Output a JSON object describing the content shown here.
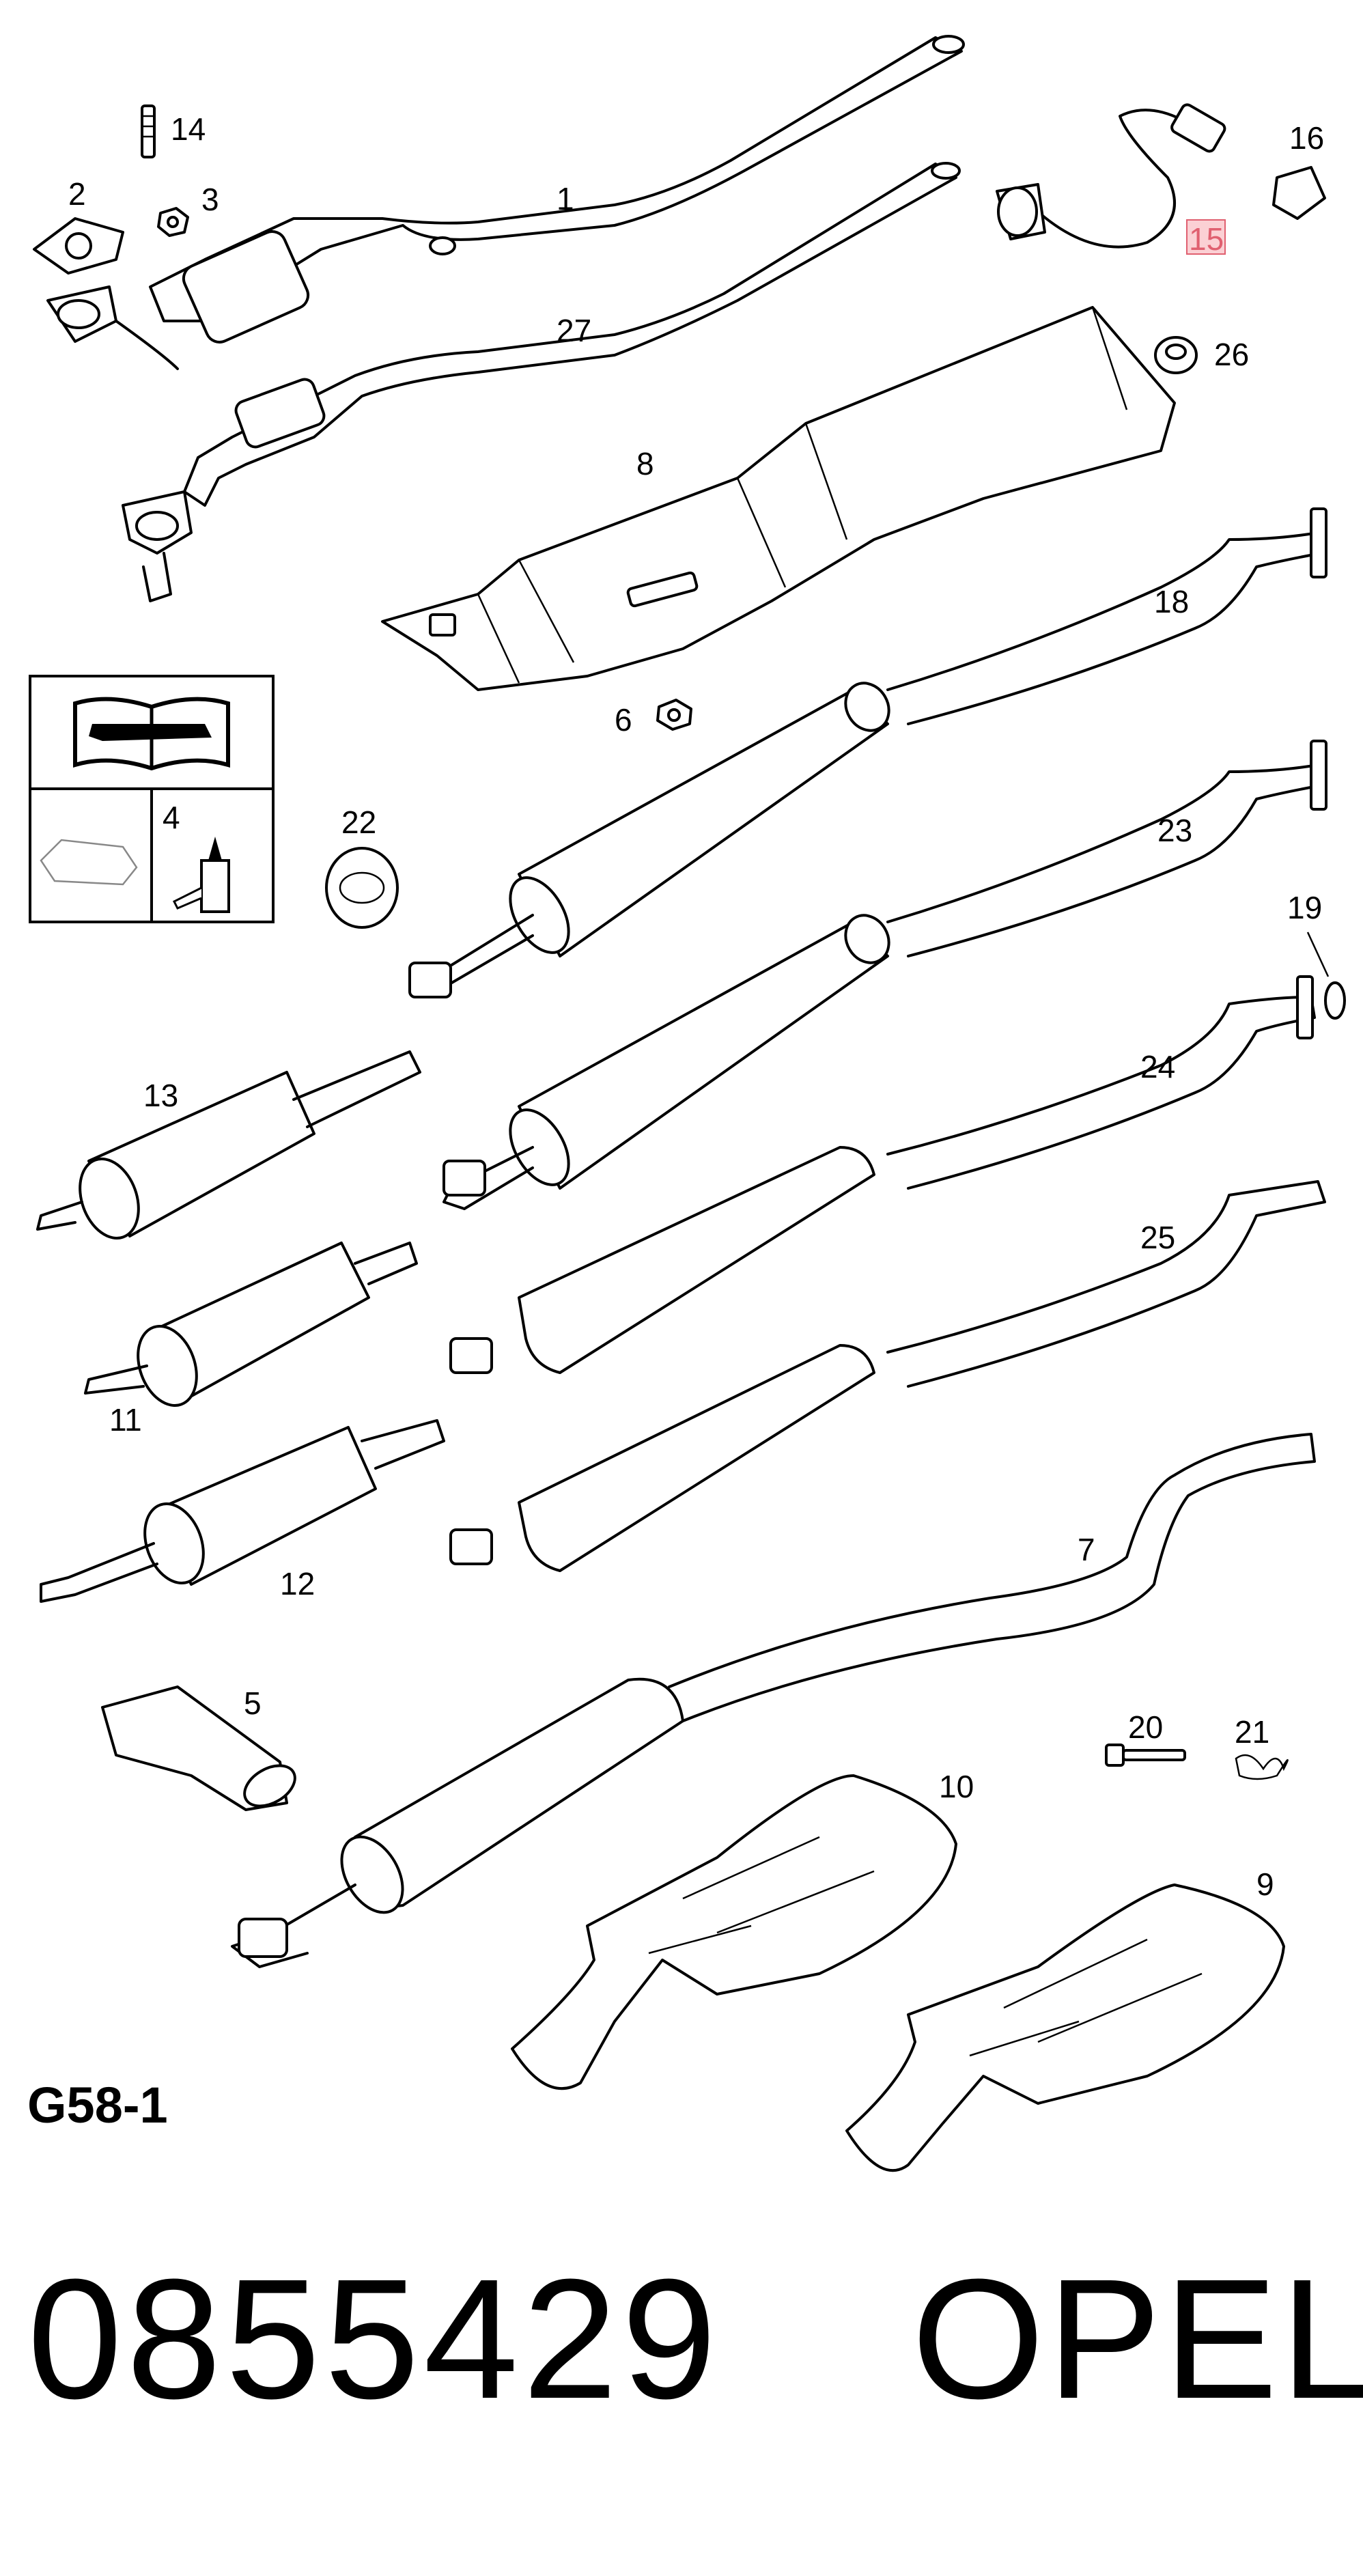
{
  "diagram_code": "G58-1",
  "part_number": "0855429",
  "brand": "OPEL",
  "highlight_color": "#f4a0a8",
  "callouts": [
    {
      "id": "c1",
      "text": "1"
    },
    {
      "id": "c2",
      "text": "2"
    },
    {
      "id": "c3",
      "text": "3"
    },
    {
      "id": "c4",
      "text": "4"
    },
    {
      "id": "c5",
      "text": "5"
    },
    {
      "id": "c6",
      "text": "6"
    },
    {
      "id": "c7",
      "text": "7"
    },
    {
      "id": "c8",
      "text": "8"
    },
    {
      "id": "c9",
      "text": "9"
    },
    {
      "id": "c10",
      "text": "10"
    },
    {
      "id": "c11",
      "text": "11"
    },
    {
      "id": "c12",
      "text": "12"
    },
    {
      "id": "c13",
      "text": "13"
    },
    {
      "id": "c14",
      "text": "14"
    },
    {
      "id": "c15",
      "text": "15",
      "highlighted": true
    },
    {
      "id": "c16",
      "text": "16"
    },
    {
      "id": "c18",
      "text": "18"
    },
    {
      "id": "c19",
      "text": "19"
    },
    {
      "id": "c20",
      "text": "20"
    },
    {
      "id": "c21",
      "text": "21"
    },
    {
      "id": "c22",
      "text": "22"
    },
    {
      "id": "c23",
      "text": "23"
    },
    {
      "id": "c24",
      "text": "24"
    },
    {
      "id": "c25",
      "text": "25"
    },
    {
      "id": "c26",
      "text": "26"
    },
    {
      "id": "c27",
      "text": "27"
    }
  ],
  "icons": {
    "manual": "manual-book-wrench-icon",
    "vehicle": "vehicle-outline-icon",
    "sealant": "sealant-tube-icon"
  }
}
